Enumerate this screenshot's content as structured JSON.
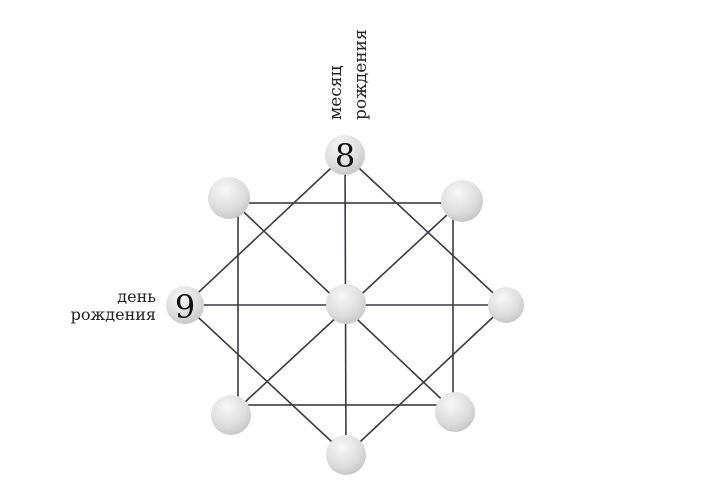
{
  "labels": {
    "month": [
      "месяц",
      "рождения"
    ],
    "day": [
      "день",
      "рождения"
    ]
  },
  "nodes": {
    "top": "8",
    "left": "9"
  }
}
